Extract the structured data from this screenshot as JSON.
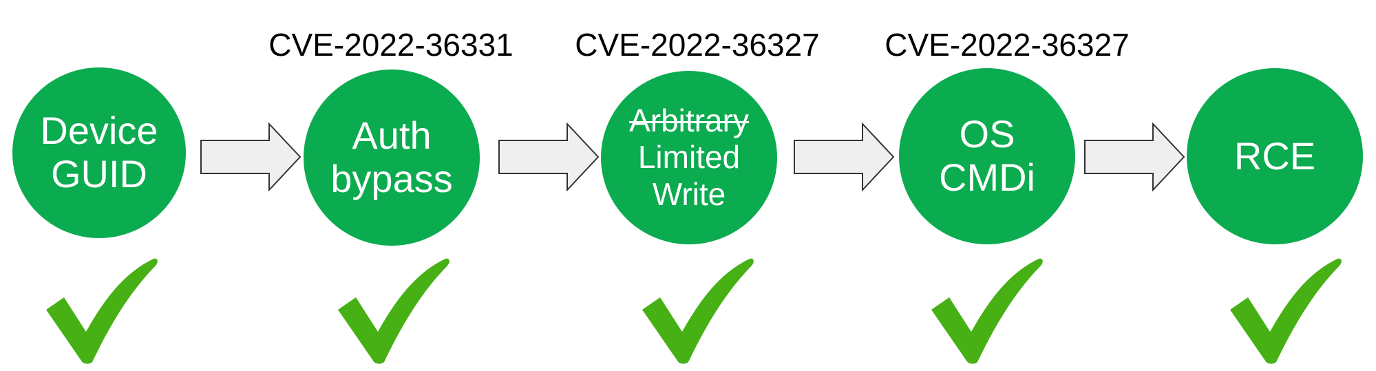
{
  "colors": {
    "node_fill": "#0bab4f",
    "node_text": "#ffffff",
    "arrow_fill": "#efefef",
    "arrow_stroke": "#333333",
    "check_fill": "#46b014",
    "label_text": "#000000"
  },
  "cve_labels": [
    "CVE-2022-36331",
    "CVE-2022-36327",
    "CVE-2022-36327"
  ],
  "nodes": [
    {
      "lines": [
        "Device",
        "GUID"
      ]
    },
    {
      "lines": [
        "Auth",
        "bypass"
      ]
    },
    {
      "struck": "Arbitrary",
      "lines": [
        "Limited",
        "Write"
      ]
    },
    {
      "lines": [
        "OS",
        "CMDi"
      ]
    },
    {
      "lines": [
        "RCE"
      ]
    }
  ],
  "icons": {
    "arrow": "right-arrow-icon",
    "check": "checkmark-icon"
  }
}
